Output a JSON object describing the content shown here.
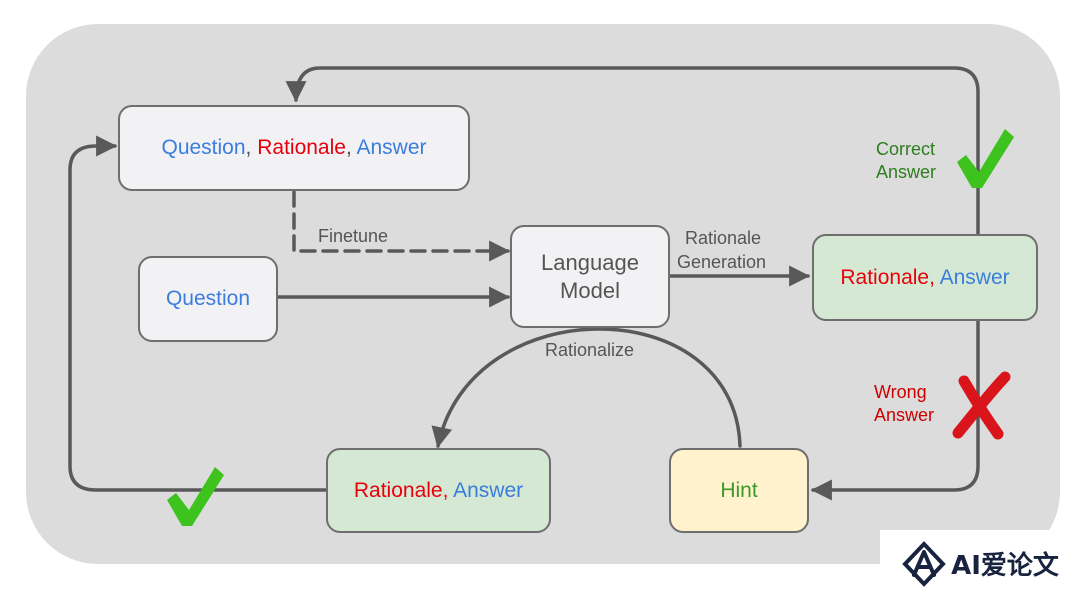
{
  "nodes": {
    "top_qra": {
      "question": "Question",
      "sep1": ", ",
      "rationale": "Rationale",
      "sep2": ", ",
      "answer": "Answer"
    },
    "question": {
      "label": "Question"
    },
    "language_model": {
      "line1": "Language",
      "line2": "Model"
    },
    "right_ra": {
      "rationale": "Rationale",
      "sep": ", ",
      "answer": "Answer"
    },
    "bottom_ra": {
      "rationale": "Rationale",
      "sep": ", ",
      "answer": "Answer"
    },
    "hint": {
      "label": "Hint"
    }
  },
  "edges": {
    "finetune": "Finetune",
    "rationale_generation": {
      "line1": "Rationale",
      "line2": "Generation"
    },
    "rationalize": "Rationalize",
    "correct_answer": {
      "line1": "Correct",
      "line2": "Answer"
    },
    "wrong_answer": {
      "line1": "Wrong",
      "line2": "Answer"
    }
  },
  "colors": {
    "question_text": "#3b7ddd",
    "rationale_text": "#e8000b",
    "check_mark": "#3ec21d",
    "cross_mark": "#d9141b",
    "arrow": "#595959"
  },
  "watermark": {
    "text": "AI爱论文"
  }
}
